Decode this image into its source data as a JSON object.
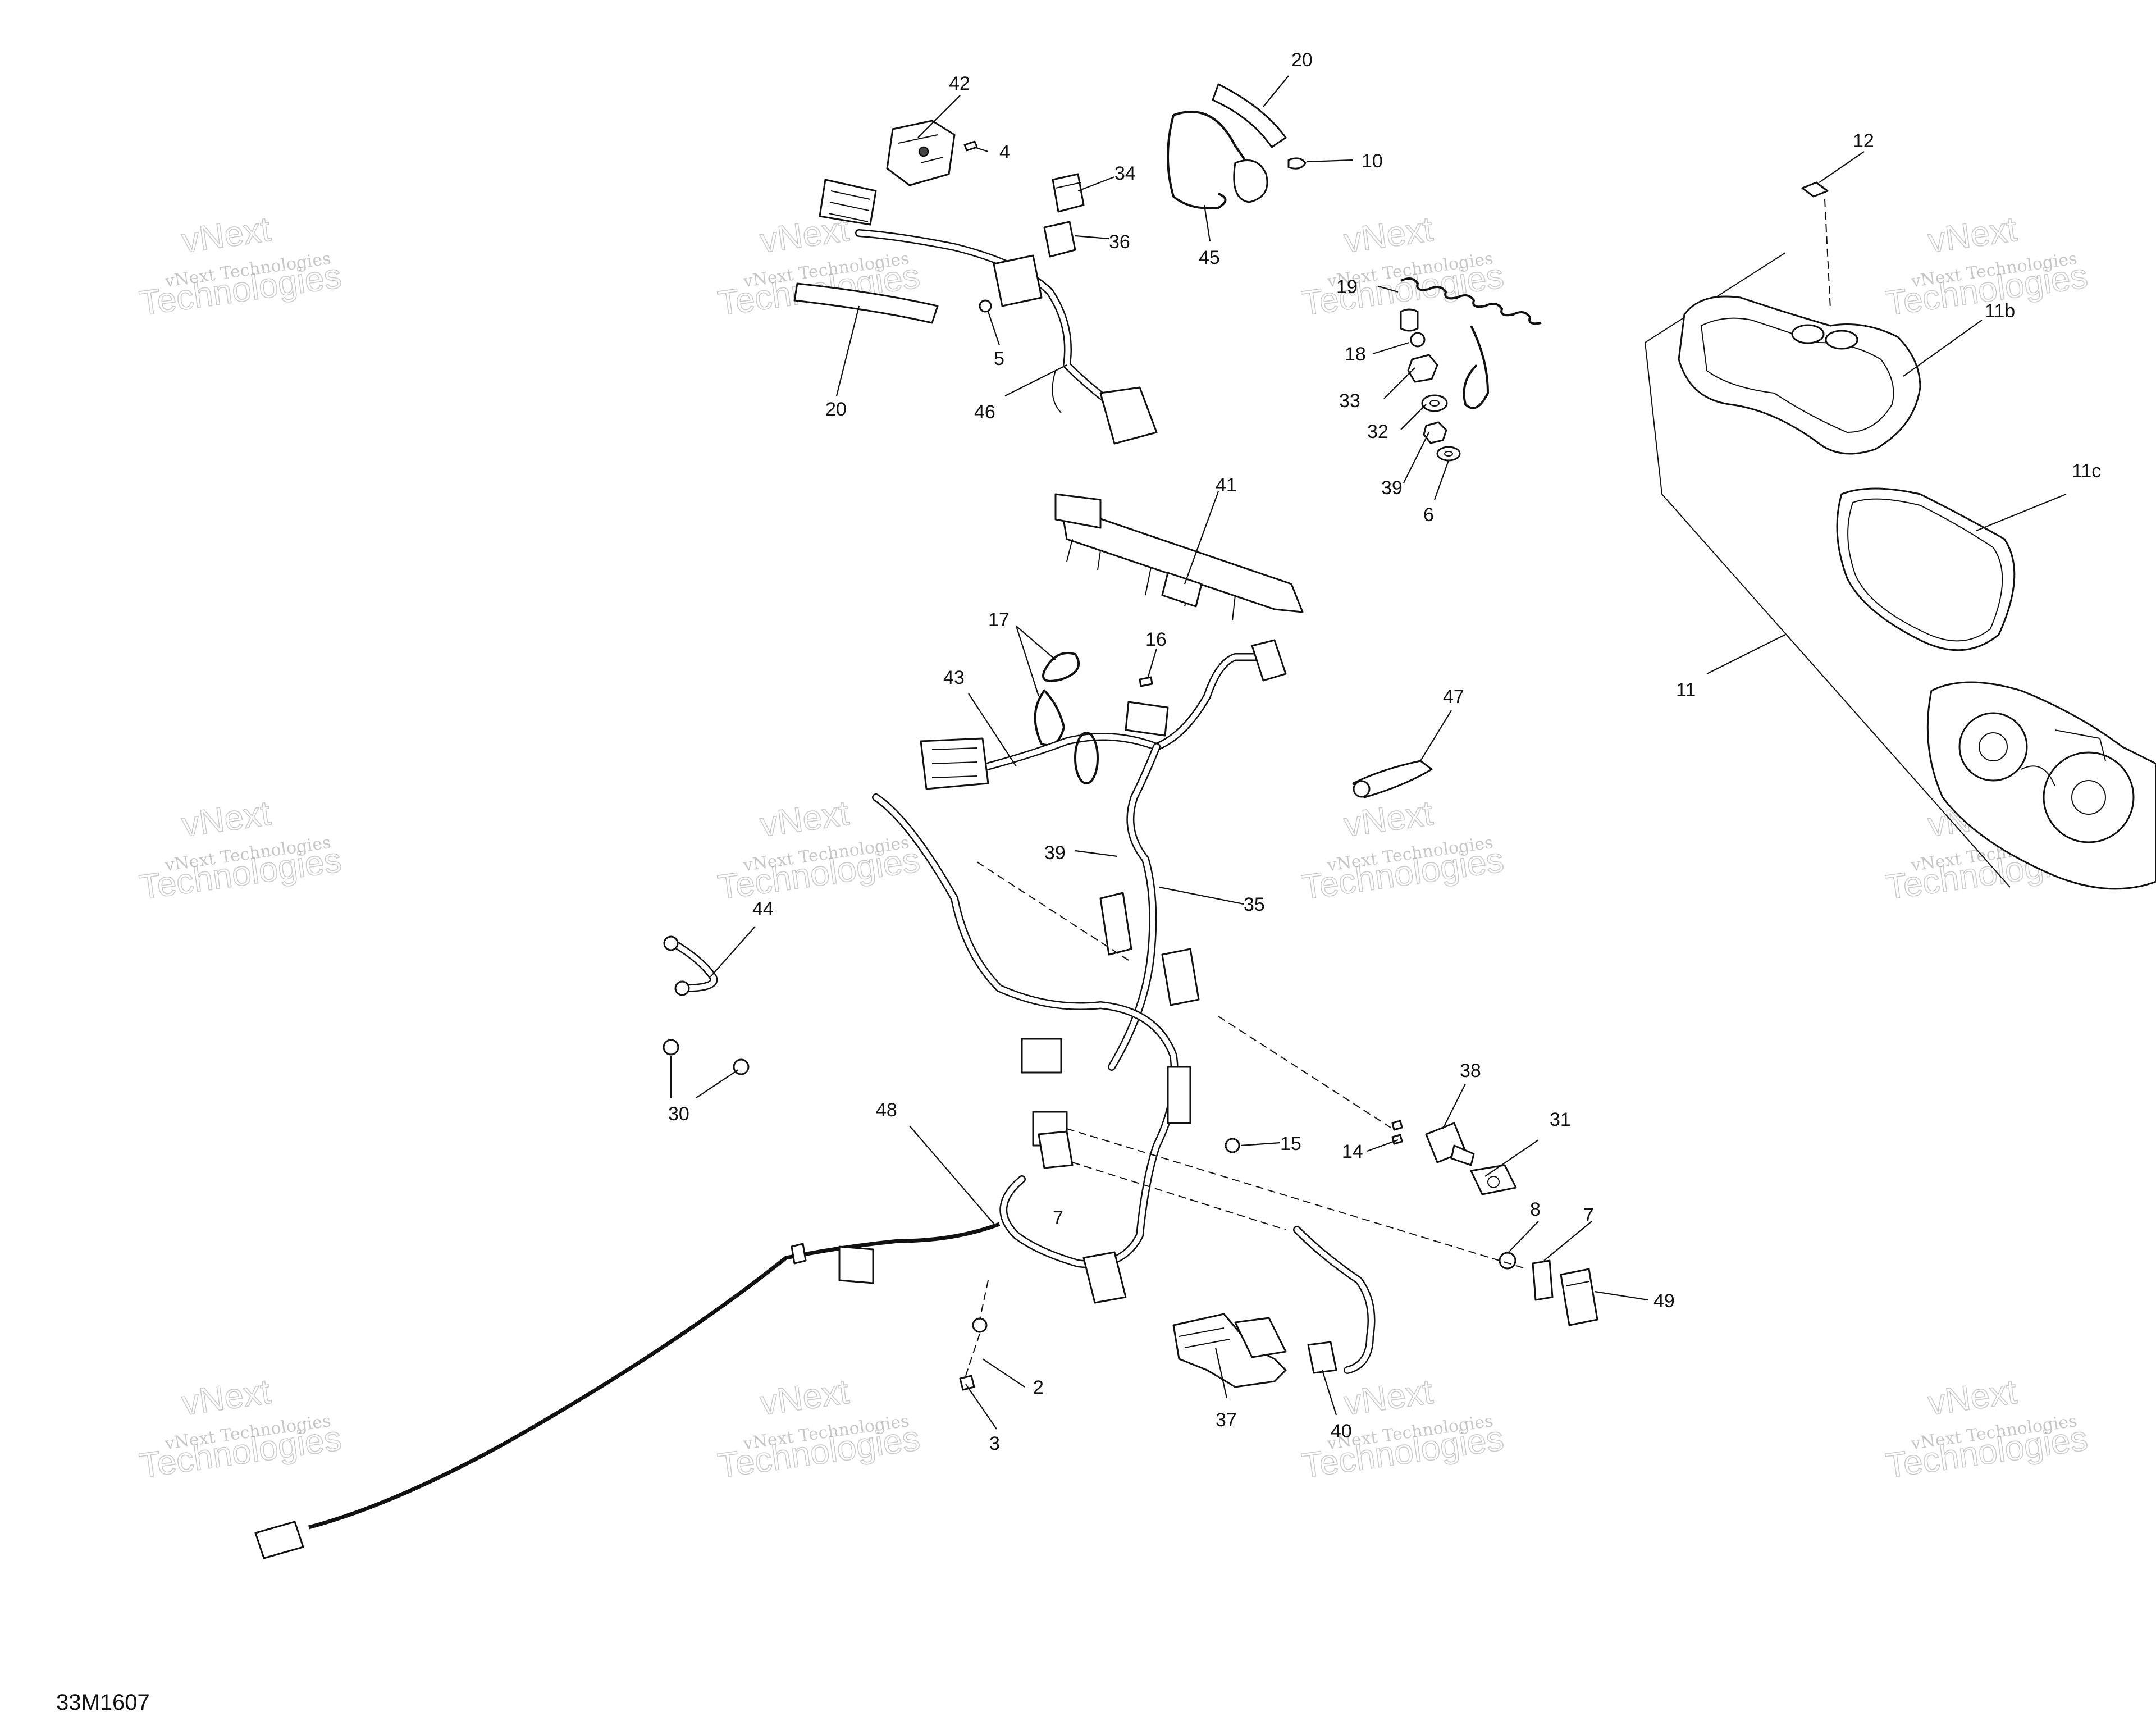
{
  "diagram_code": "33M1607",
  "watermark": {
    "line1": "vNext Technologies",
    "line2": "vNext",
    "line3": "Technologies"
  },
  "callouts": [
    {
      "id": "c42",
      "label": "42"
    },
    {
      "id": "c4",
      "label": "4"
    },
    {
      "id": "c34",
      "label": "34"
    },
    {
      "id": "c36",
      "label": "36"
    },
    {
      "id": "c5",
      "label": "5"
    },
    {
      "id": "c20a",
      "label": "20"
    },
    {
      "id": "c46",
      "label": "46"
    },
    {
      "id": "c20b",
      "label": "20"
    },
    {
      "id": "c10",
      "label": "10"
    },
    {
      "id": "c45",
      "label": "45"
    },
    {
      "id": "c12",
      "label": "12"
    },
    {
      "id": "c11b",
      "label": "11b"
    },
    {
      "id": "c11c",
      "label": "11c"
    },
    {
      "id": "c11",
      "label": "11"
    },
    {
      "id": "c19",
      "label": "19"
    },
    {
      "id": "c18",
      "label": "18"
    },
    {
      "id": "c33",
      "label": "33"
    },
    {
      "id": "c32",
      "label": "32"
    },
    {
      "id": "c39a",
      "label": "39"
    },
    {
      "id": "c6",
      "label": "6"
    },
    {
      "id": "c41",
      "label": "41"
    },
    {
      "id": "c17",
      "label": "17"
    },
    {
      "id": "c16",
      "label": "16"
    },
    {
      "id": "c43",
      "label": "43"
    },
    {
      "id": "c47",
      "label": "47"
    },
    {
      "id": "c39b",
      "label": "39"
    },
    {
      "id": "c35",
      "label": "35"
    },
    {
      "id": "c44",
      "label": "44"
    },
    {
      "id": "c30",
      "label": "30"
    },
    {
      "id": "c38",
      "label": "38"
    },
    {
      "id": "c31",
      "label": "31"
    },
    {
      "id": "c14",
      "label": "14"
    },
    {
      "id": "c15",
      "label": "15"
    },
    {
      "id": "c48",
      "label": "48"
    },
    {
      "id": "c7a",
      "label": "7"
    },
    {
      "id": "c8",
      "label": "8"
    },
    {
      "id": "c7b",
      "label": "7"
    },
    {
      "id": "c49",
      "label": "49"
    },
    {
      "id": "c2",
      "label": "2"
    },
    {
      "id": "c3",
      "label": "3"
    },
    {
      "id": "c37",
      "label": "37"
    },
    {
      "id": "c40",
      "label": "40"
    }
  ]
}
